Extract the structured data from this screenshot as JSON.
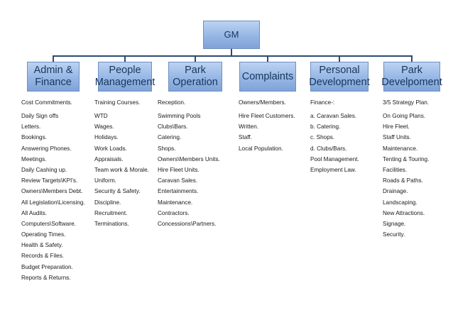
{
  "root": {
    "label": "GM"
  },
  "departments": [
    {
      "lines": [
        "Admin &",
        "Finance"
      ],
      "header": "Cost Commitments.",
      "items": [
        "Daily Sign offs",
        "Letters.",
        "Bookings.",
        "Answering Phones.",
        "Meetings.",
        "Daily Cashing up.",
        "Review Targets\\KPI's.",
        "Owners\\Members Debt.",
        "All Legislation\\Licensing.",
        "All Audits.",
        "Computers\\Software.",
        "Operating Times.",
        "Health & Safety.",
        "Records & Files.",
        "Budget Preparation.",
        "Reports & Returns."
      ]
    },
    {
      "lines": [
        "People",
        "Management"
      ],
      "header": "Training Courses.",
      "items": [
        "WTD",
        "Wages.",
        "Holidays.",
        "Work Loads.",
        "Appraisals.",
        "Team work & Morale.",
        "Uniform.",
        " Security & Safety.",
        "Discipline.",
        "Recruitment.",
        "Terminations."
      ]
    },
    {
      "lines": [
        "Park",
        "Operation"
      ],
      "header": "Reception.",
      "items": [
        "Swimming Pools",
        "Clubs\\Bars.",
        "Catering.",
        "Shops.",
        "Owners\\Members Units.",
        "Hire Fleet Units.",
        "Caravan Sales.",
        "Entertainments.",
        "Maintenance.",
        "Contractors.",
        "Concessions\\Partners."
      ]
    },
    {
      "lines": [
        "Complaints"
      ],
      "header": " Owners/Members.",
      "items": [
        "Hire Fleet Customers.",
        "Written.",
        "Staff.",
        "Local Population."
      ]
    },
    {
      "lines": [
        "Personal",
        "Development"
      ],
      "header": " Finance-:",
      "items": [
        "a. Caravan Sales.",
        "b. Catering.",
        "c. Shops.",
        "d. Clubs/Bars.",
        "Pool Management.",
        "Employment Law."
      ]
    },
    {
      "lines": [
        "Park",
        "Develpoment"
      ],
      "header": "3/5 Strategy Plan.",
      "items": [
        "On Going Plans.",
        "Hire Fleet.",
        "Staff Units.",
        "Maintenance.",
        "Tenting & Touring.",
        "Facilities.",
        "Roads & Paths.",
        "Drainage.",
        "Landscaping.",
        "New Attractions.",
        "Signage.",
        "Security."
      ]
    }
  ]
}
